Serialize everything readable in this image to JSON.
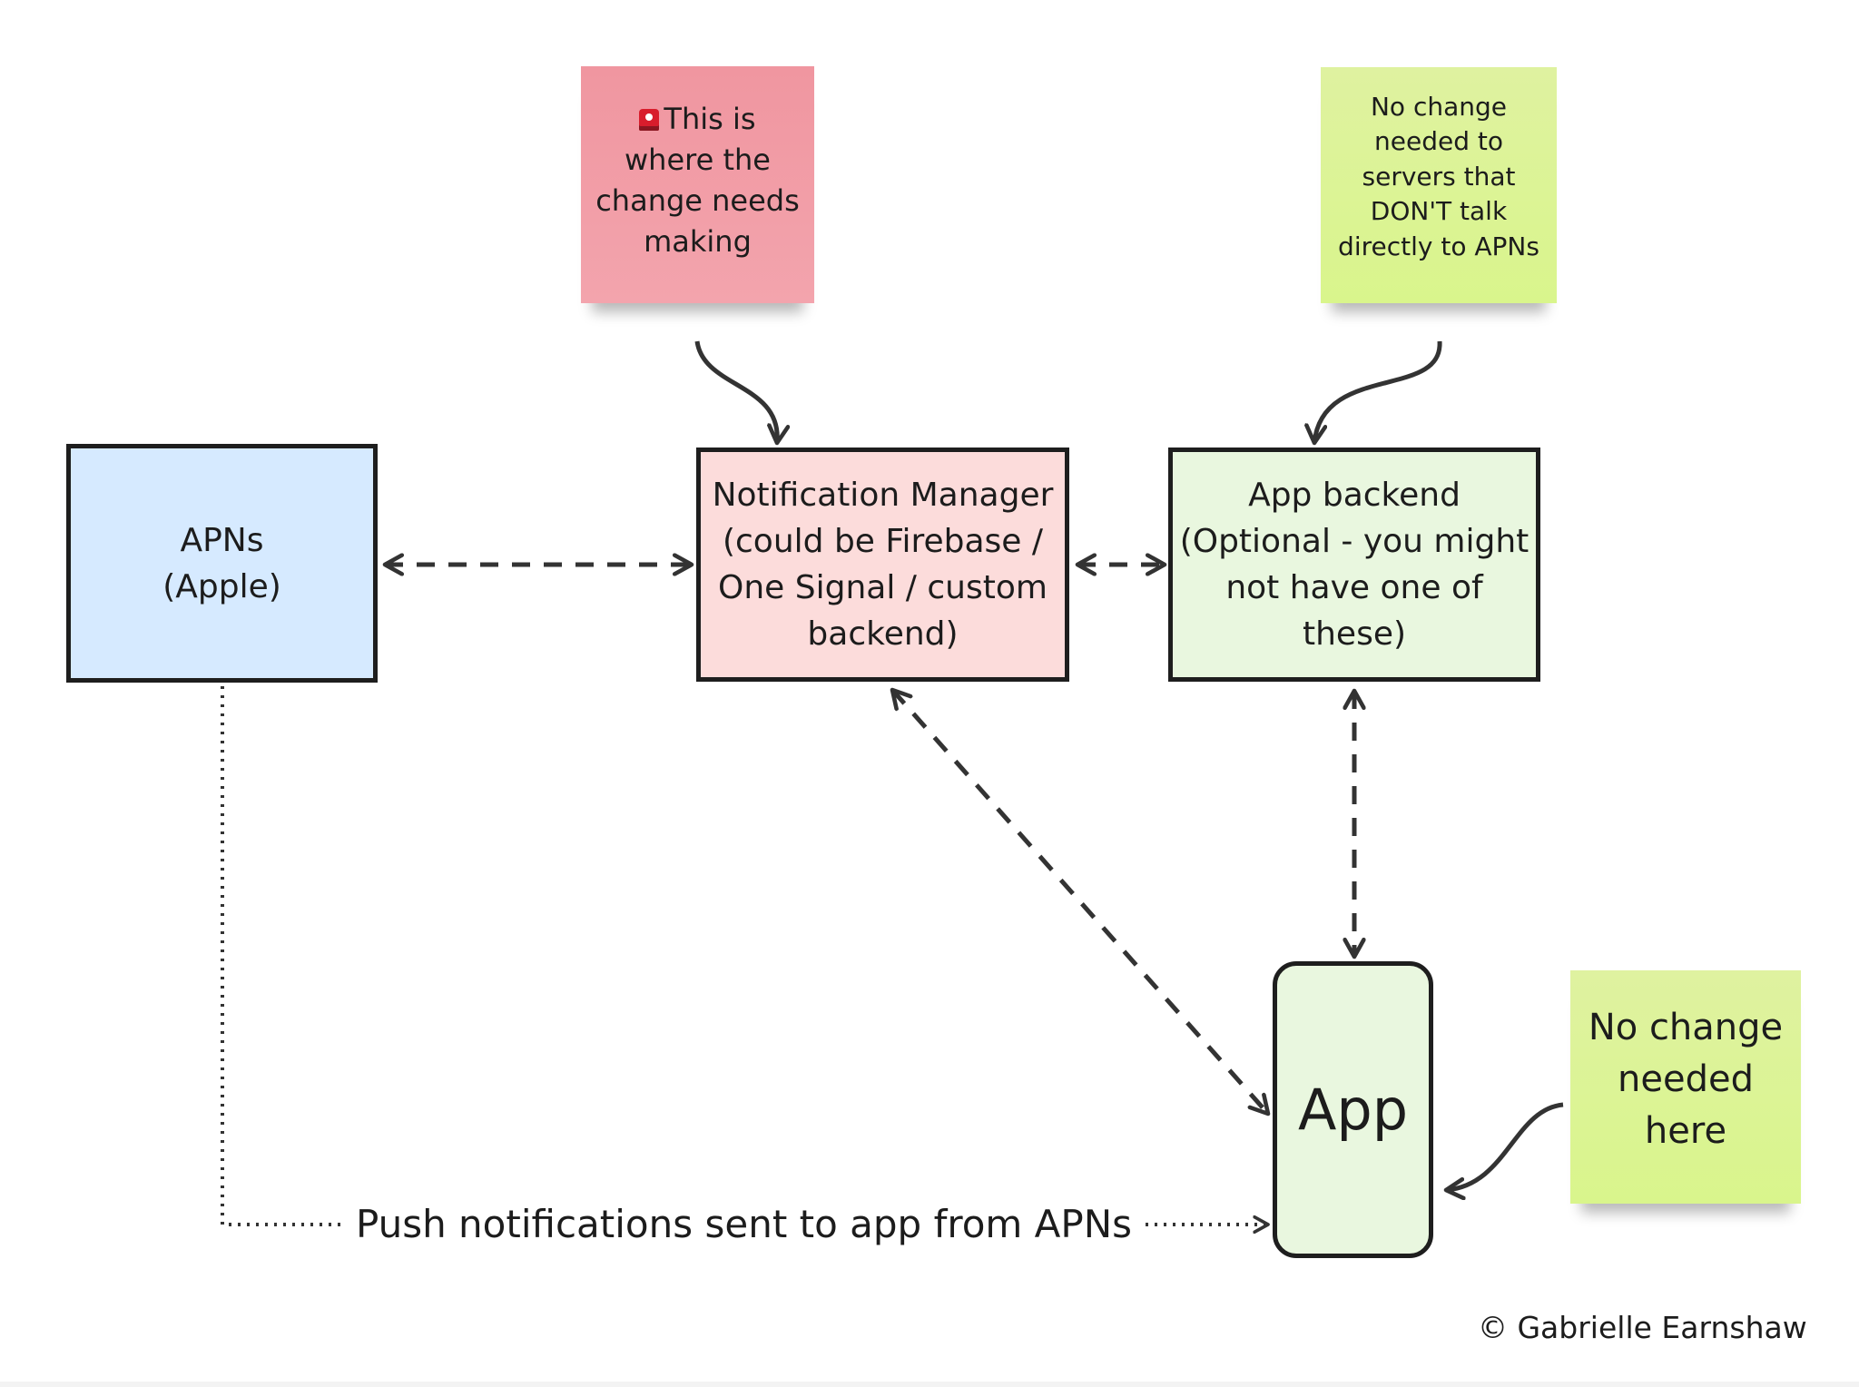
{
  "nodes": {
    "apns": {
      "label": "APNs\n(Apple)"
    },
    "notification_manager": {
      "label": "Notification Manager\n(could be Firebase /\nOne Signal / custom\nbackend)"
    },
    "app_backend": {
      "label": "App backend\n(Optional - you might\nnot have one of these)"
    },
    "app": {
      "label": "App"
    }
  },
  "notes": {
    "change_here": {
      "emoji_icon": "rotating-light-icon",
      "text": "This is\nwhere the\nchange needs\nmaking"
    },
    "no_change_servers": {
      "text": "No change\nneeded to\nservers that\nDON'T talk\ndirectly to APNs"
    },
    "no_change_app": {
      "text": "No change\nneeded\nhere"
    }
  },
  "edges": {
    "push_label": "Push notifications sent to app from APNs"
  },
  "footer": {
    "copyright": "© Gabrielle Earnshaw"
  },
  "colors": {
    "apns_fill": "#d6eaff",
    "notification_manager_fill": "#fcdcdb",
    "app_backend_fill": "#e9f7df",
    "app_fill": "#e9f7df",
    "pink_note": "#f096a0",
    "green_note": "#d9f58c",
    "stroke": "#1e1e1e",
    "connector": "#333333"
  }
}
